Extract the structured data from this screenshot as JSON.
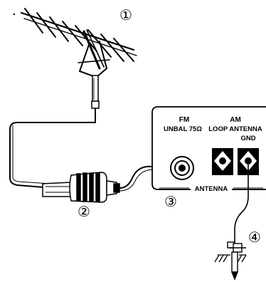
{
  "callouts": {
    "one": "①",
    "two": "②",
    "three": "③",
    "four": "④"
  },
  "panel": {
    "fm_label": "FM",
    "fm_sublabel": "UNBAL 75Ω",
    "am_label": "AM",
    "am_sublabel": "LOOP ANTENNA",
    "gnd_label": "GND",
    "section_label": "ANTENNA"
  },
  "colors": {
    "ink": "#000000",
    "paper": "#ffffff"
  }
}
